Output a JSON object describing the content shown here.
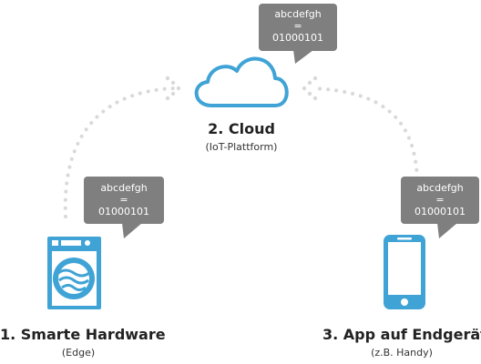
{
  "colors": {
    "accent": "#3fa3d6",
    "bubble": "#7f7f7f",
    "dots": "#d9d9d9",
    "text": "#222222"
  },
  "bubble_text": {
    "line1": "abcdefgh",
    "line2": "=",
    "line3": "01000101"
  },
  "nodes": {
    "hardware": {
      "title": "1. Smarte Hardware",
      "subtitle": "(Edge)",
      "icon": "washing-machine-icon"
    },
    "cloud": {
      "title": "2. Cloud",
      "subtitle": "(IoT-Plattform)",
      "icon": "cloud-icon"
    },
    "app": {
      "title": "3. App auf Endgerät",
      "subtitle": "(z.B. Handy)",
      "icon": "smartphone-icon"
    }
  }
}
